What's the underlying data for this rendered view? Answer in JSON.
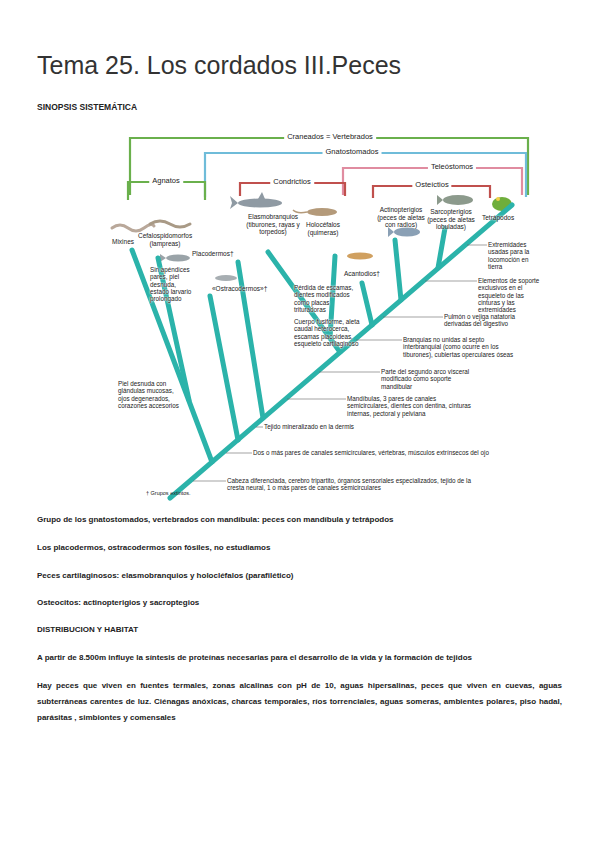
{
  "diagram": {
    "title": "Tema 25. Los cordados III.Peces",
    "labels": [
      "SINOPSIS SISTEMÁTICA",
      "Craneados = Vertebrados",
      "Gnatostomados",
      "Teleóstomos",
      "Agnatos",
      "Condrictios",
      "Osteíctios",
      "Actinopterigios (peces de aletas con radios)",
      "Sarcopterigios (peces de aletas lobuladas)",
      "Tetrápodos",
      "Elasmobranquios (tiburones, rayas y torpedos)",
      "Holocéfalos (quimeras)",
      "Cefalospidomorfos (lampreas)",
      "Mixines",
      "Extremidades usadas para la locomoción en tierra",
      "Placodermos†",
      "Sin apéndices pares, piel desnuda, estado larvario prolongado",
      "Acantodios†",
      "«Ostracodermos»†",
      "Elementos de soporte exclusivos en el esqueleto de las cinturas y las extremidades",
      "Pérdida de escamas, dientes modificados como placas trituradoras",
      "Pulmón o vejiga natatoria derivadas del digestivo",
      "Cuerpo fusiforme, aleta caudal heterocerca, escamas placoideas, esqueleto cartilaginoso",
      "Branquias no unidas al septo interbranquial (como ocurre en los tiburones), cubiertas operculares óseas",
      "Parte del segundo arco visceral modificado como soporte mandibular",
      "Piel desnuda con glándulas mucosas, ojos degenerados, corazones accesorios",
      "Mandíbulas, 3 pares de canales semicirculares, dientes con dentina, cinturas internas, pectoral y pelviana",
      "Tejido mineralizado en la dermis",
      "Dos o más pares de canales semicirculares, vértebras, músculos extrínsecos del ojo",
      "Cabeza diferenciada, cerebro tripartito, órganos sensoriales especializados, tejido de la cresta neural, 1 o más pares de canales semicirculares",
      "† Grupos extintos.",
      "Grupo de los gnatostomados, vertebrados con mandíbula: peces con mandíbula y tetrápodos",
      "Los placodermos, ostracodermos son fósiles, no estudiamos",
      "Peces cartilaginosos: elasmobranquios y holocléfalos (parafilético)",
      "Osteocitos: actinopterigios y sacroptegios",
      "DISTRIBUCION Y HABITAT",
      "A partir de 8.500m influye la síntesis de proteínas necesarias para el desarrollo de la vida y la formación de tejidos",
      "Hay peces que viven en fuentes termales, zonas alcalinas con pH de 10, aguas hipersalinas, peces que viven en cuevas, aguas subterráneas carentes de luz. Ciénagas anóxicas, charcas temporales, ríos torrenciales, aguas someras, ambientes polares, piso hadal, parásitas , simbiontes y comensales"
    ]
  }
}
